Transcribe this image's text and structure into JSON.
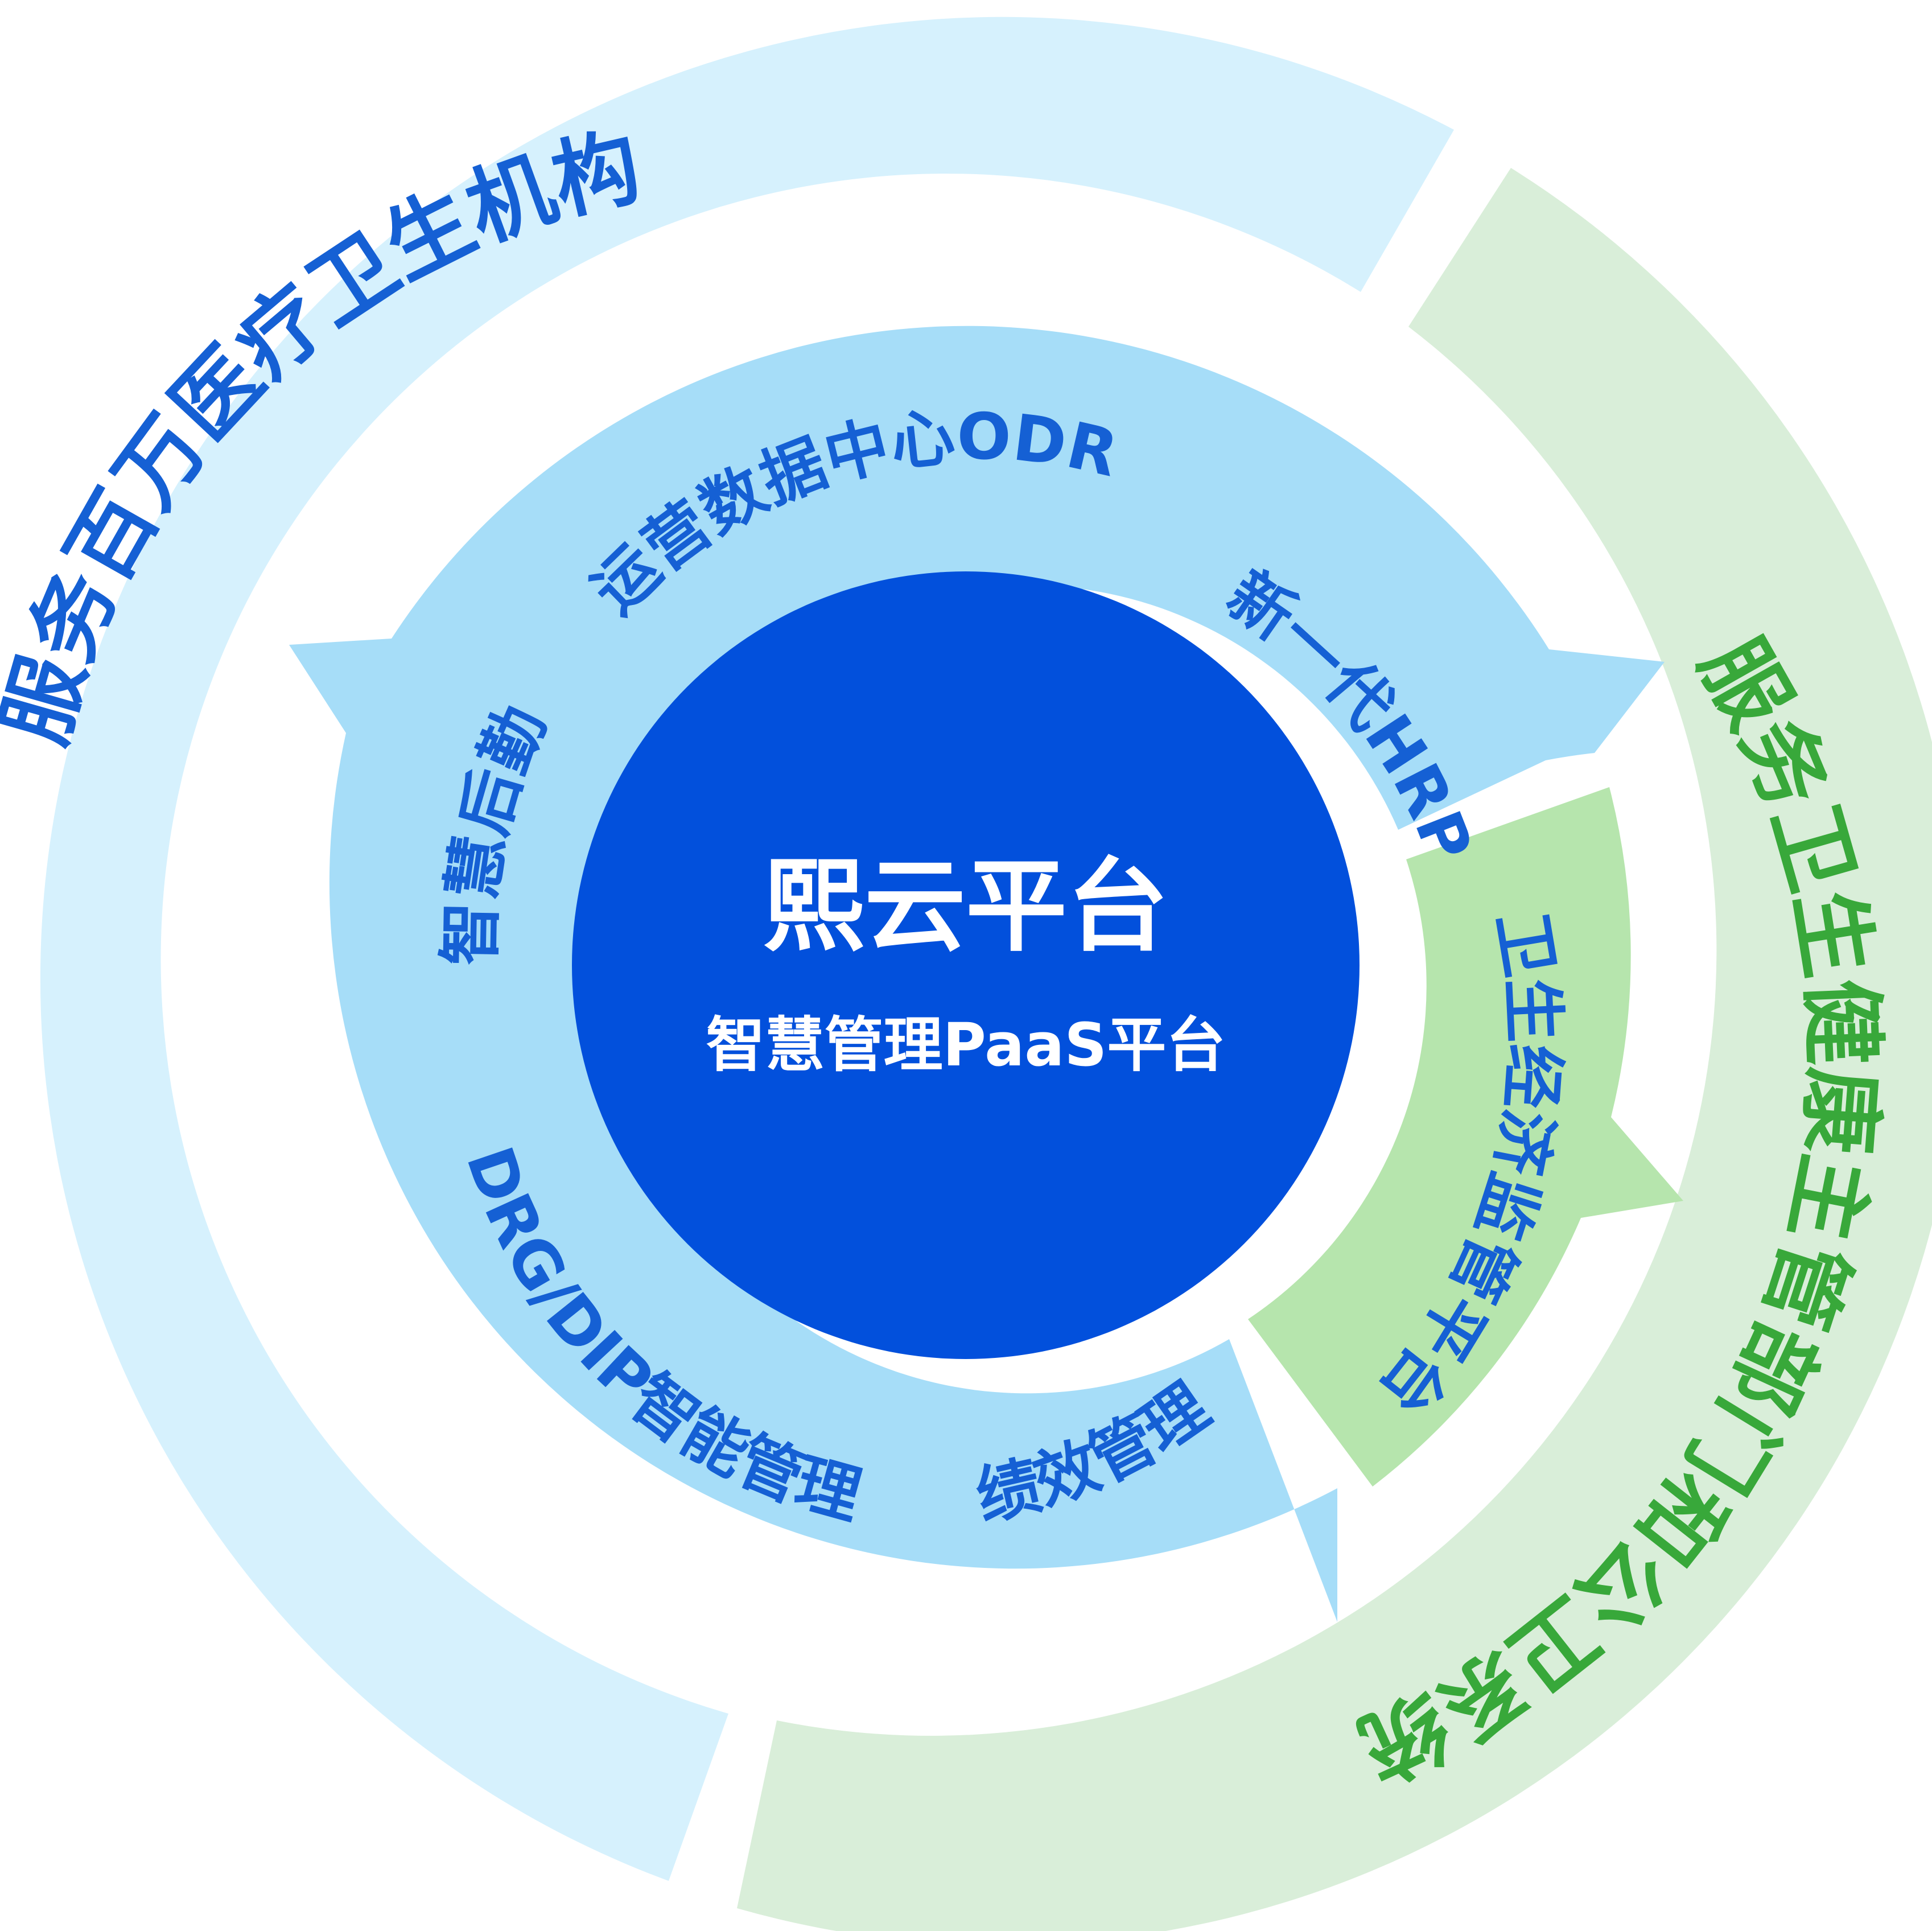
{
  "center": {
    "title": "熙云平台",
    "subtitle": "智慧管理PaaS平台"
  },
  "outer_ring": {
    "left_label": "服务百万医疗卫生机构",
    "right_label": "服务卫生健康主管部门和公卫系统"
  },
  "middle_ring": {
    "hrp": "新一代HRP",
    "odr": "运营数据中心ODR",
    "logistics": "智慧后勤",
    "drg": "DRG/DIP智能管理",
    "performance": "绩效管理",
    "supervision": "卫生经济监管平台"
  },
  "colors": {
    "outer_left": "#d6f1fd",
    "outer_right": "#d9eed9",
    "middle_blue": "#a6ddf8",
    "middle_green": "#b6e5ad",
    "center": "#0250dc",
    "blue_text": "#1560d4",
    "green_text": "#38a83a"
  }
}
